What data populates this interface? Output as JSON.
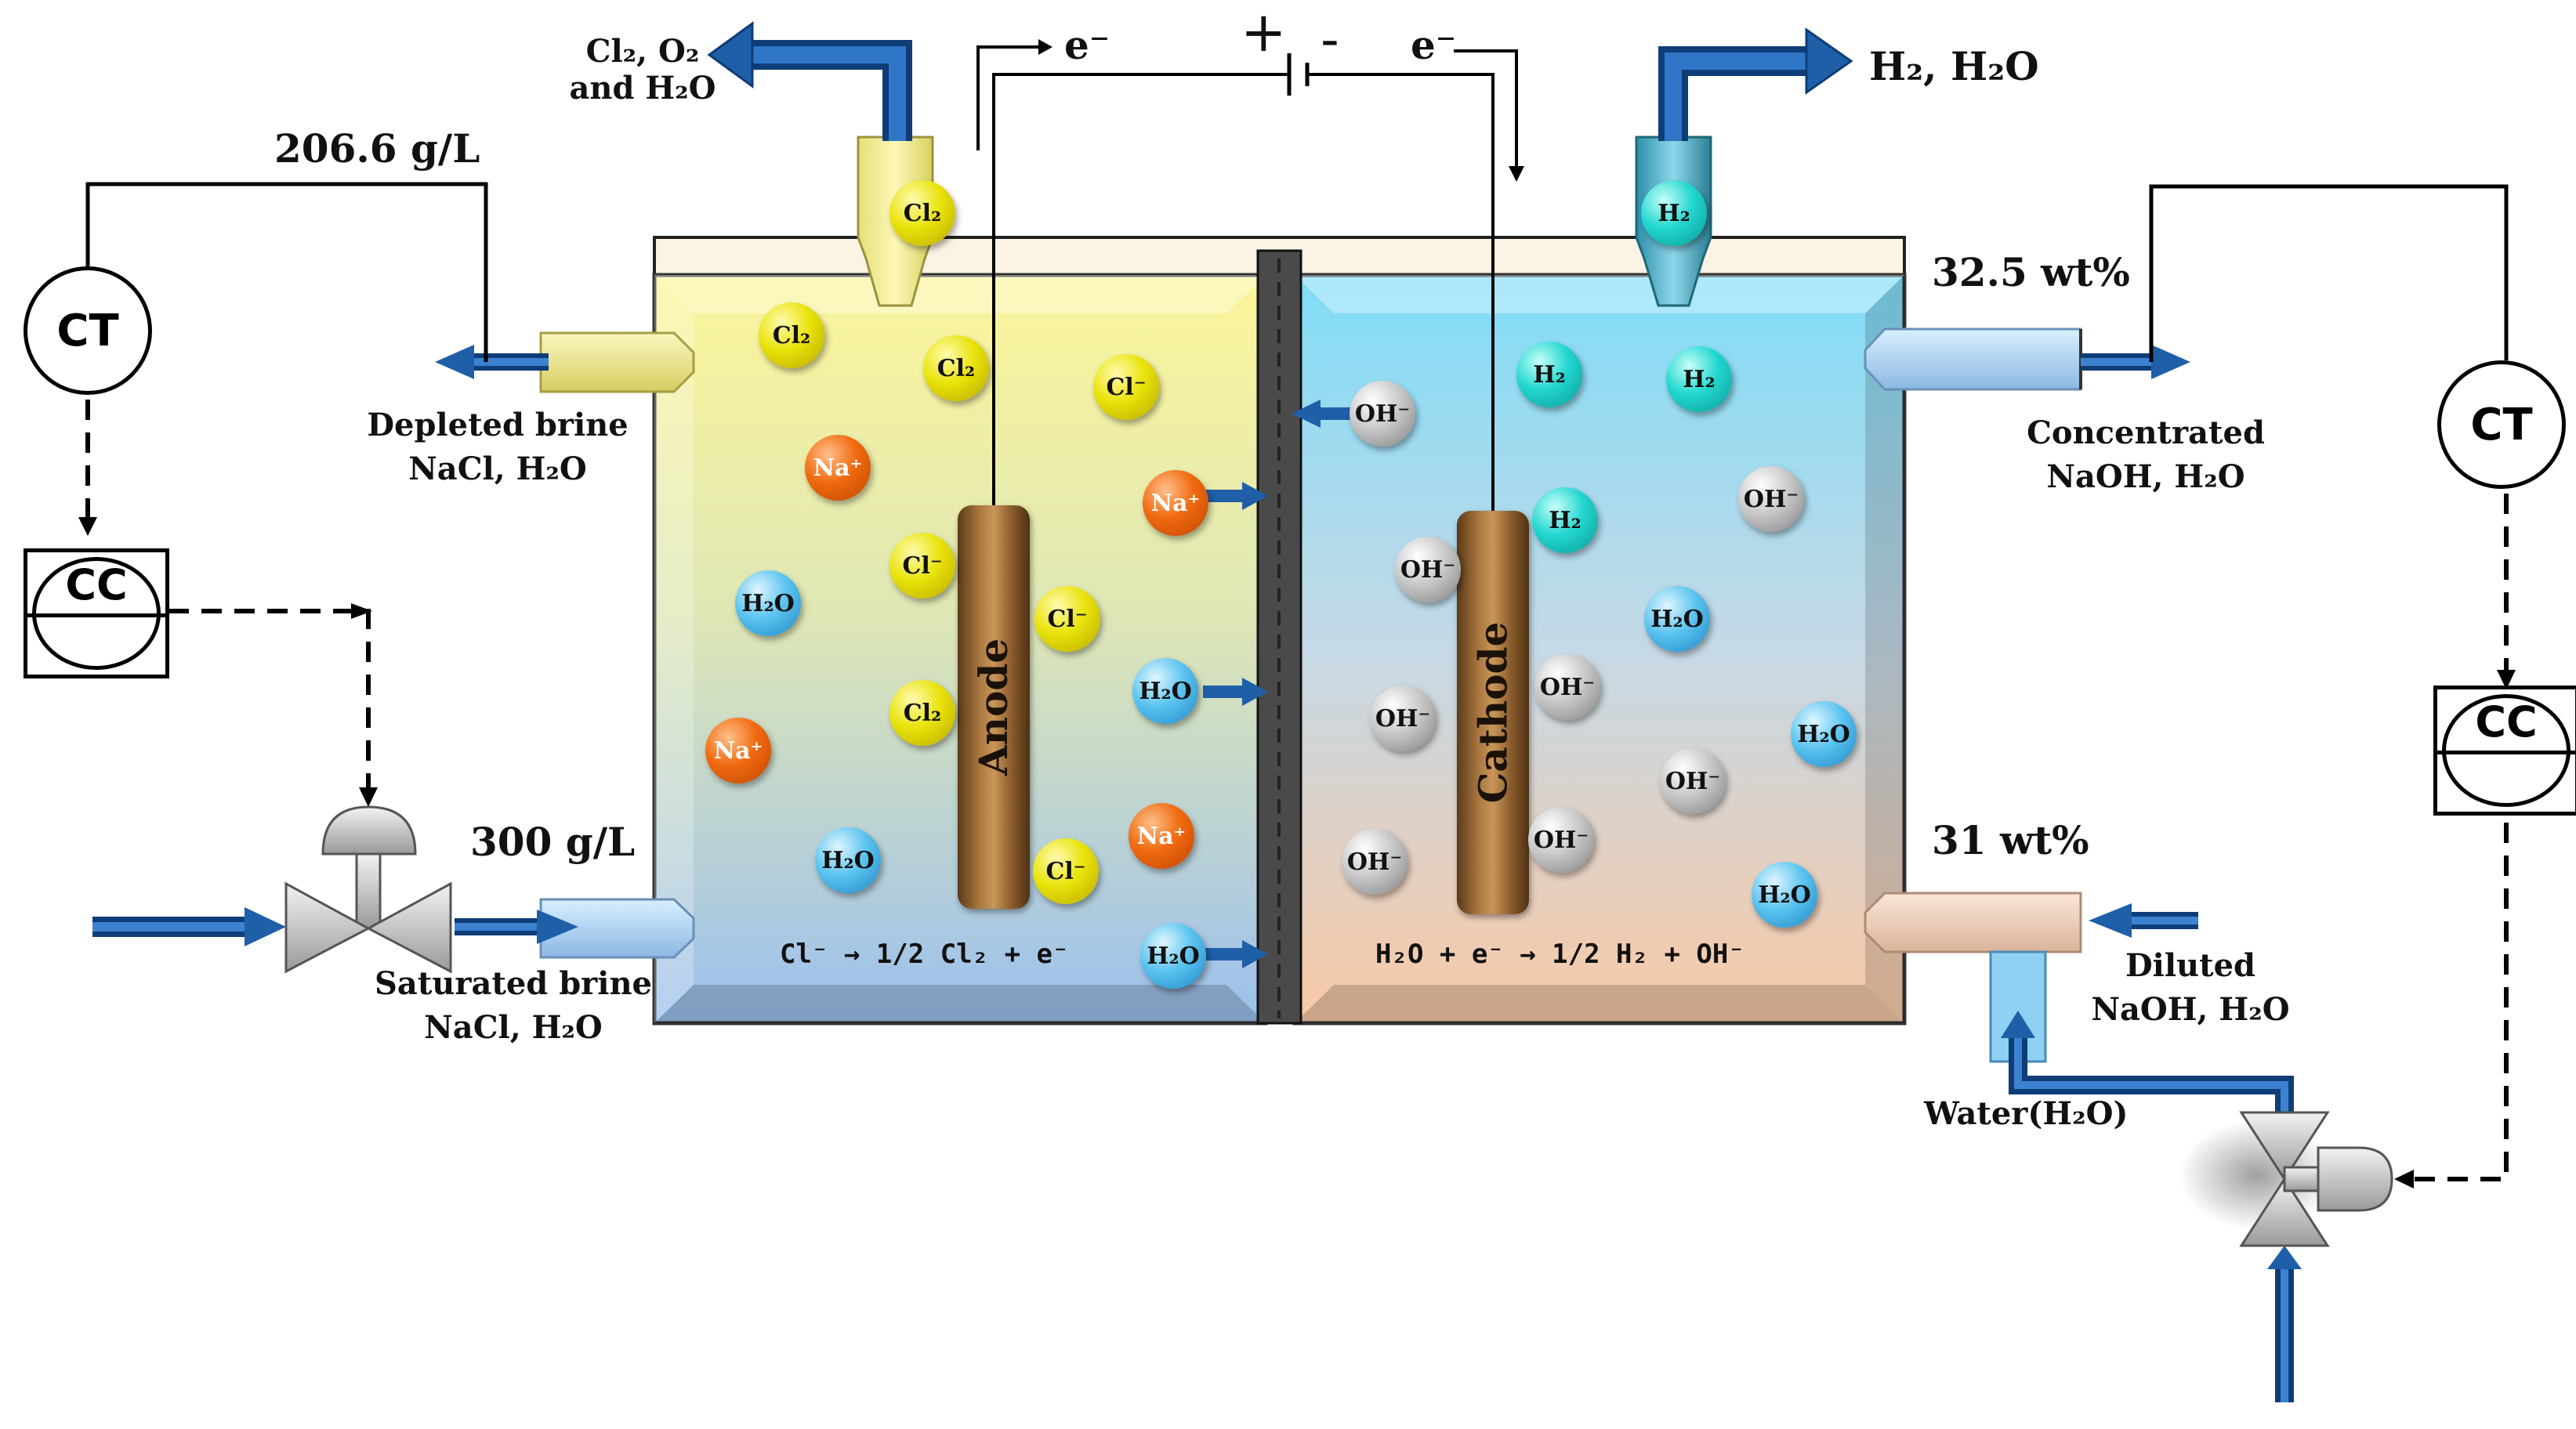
{
  "outlets": {
    "anode_gas": "Cl₂, O₂",
    "anode_gas_line2": "and H₂O",
    "cathode_gas": "H₂, H₂O"
  },
  "electrons": {
    "left": "e⁻",
    "right": "e⁻",
    "plus": "+",
    "minus": "-"
  },
  "left_side": {
    "depleted_conc": "206.6 g/L",
    "depleted_label": "Depleted brine",
    "depleted_comp": "NaCl, H₂O",
    "saturated_conc": "300 g/L",
    "saturated_label": "Saturated brine",
    "saturated_comp": "NaCl, H₂O"
  },
  "right_side": {
    "concentrated_conc": "32.5 wt%",
    "concentrated_label": "Concentrated",
    "concentrated_comp": "NaOH, H₂O",
    "diluted_conc": "31 wt%",
    "diluted_label": "Diluted",
    "diluted_comp": "NaOH, H₂O",
    "water_label": "Water(H₂O)"
  },
  "controllers": {
    "ct": "CT",
    "cc": "CC"
  },
  "electrodes": {
    "anode": "Anode",
    "cathode": "Cathode"
  },
  "reactions": {
    "anode": "Cl⁻ → 1/2 Cl₂ + e⁻",
    "cathode": "H₂O + e⁻ → 1/2 H₂ + OH⁻"
  },
  "ions": {
    "cl2": "Cl₂",
    "cl": "Cl⁻",
    "na": "Na⁺",
    "h2o": "H₂O",
    "h2": "H₂",
    "oh": "OH⁻"
  },
  "colors": {
    "pipe": "#1f5fa8",
    "anode_top": "#fbf59a",
    "anode_bottom": "#9cc0ee",
    "cathode_top": "#7fdcf7",
    "cathode_bottom": "#f9c9a6"
  }
}
